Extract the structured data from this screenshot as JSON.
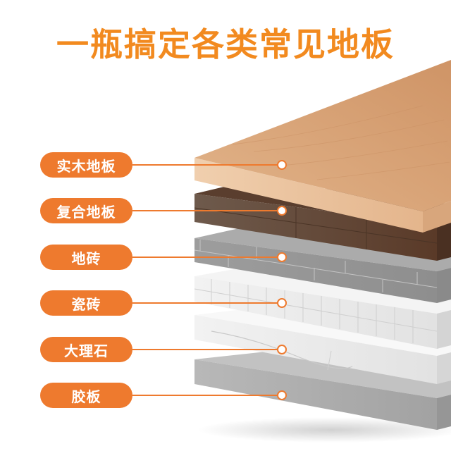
{
  "title": "一瓶搞定各类常见地板",
  "colors": {
    "accent": "#EE7A2E",
    "title": "#F28A1F",
    "background": "#FFFFFF"
  },
  "layers": [
    {
      "label": "实木地板",
      "material": "solid-wood",
      "top": "#D9A479",
      "front": "#E8C09A"
    },
    {
      "label": "复合地板",
      "material": "laminate",
      "top": "#5E4030",
      "front": "#6B5040"
    },
    {
      "label": "地砖",
      "material": "floor-tile",
      "top": "#A9A9A9",
      "front": "#9A9A9A"
    },
    {
      "label": "瓷砖",
      "material": "ceramic-tile",
      "top": "#F2F2F2",
      "front": "#E4E4E4"
    },
    {
      "label": "大理石",
      "material": "marble",
      "top": "#F7F7F7",
      "front": "#EDEDED"
    },
    {
      "label": "胶板",
      "material": "rubber-board",
      "top": "#BDBDBD",
      "front": "#ABABAB"
    }
  ]
}
